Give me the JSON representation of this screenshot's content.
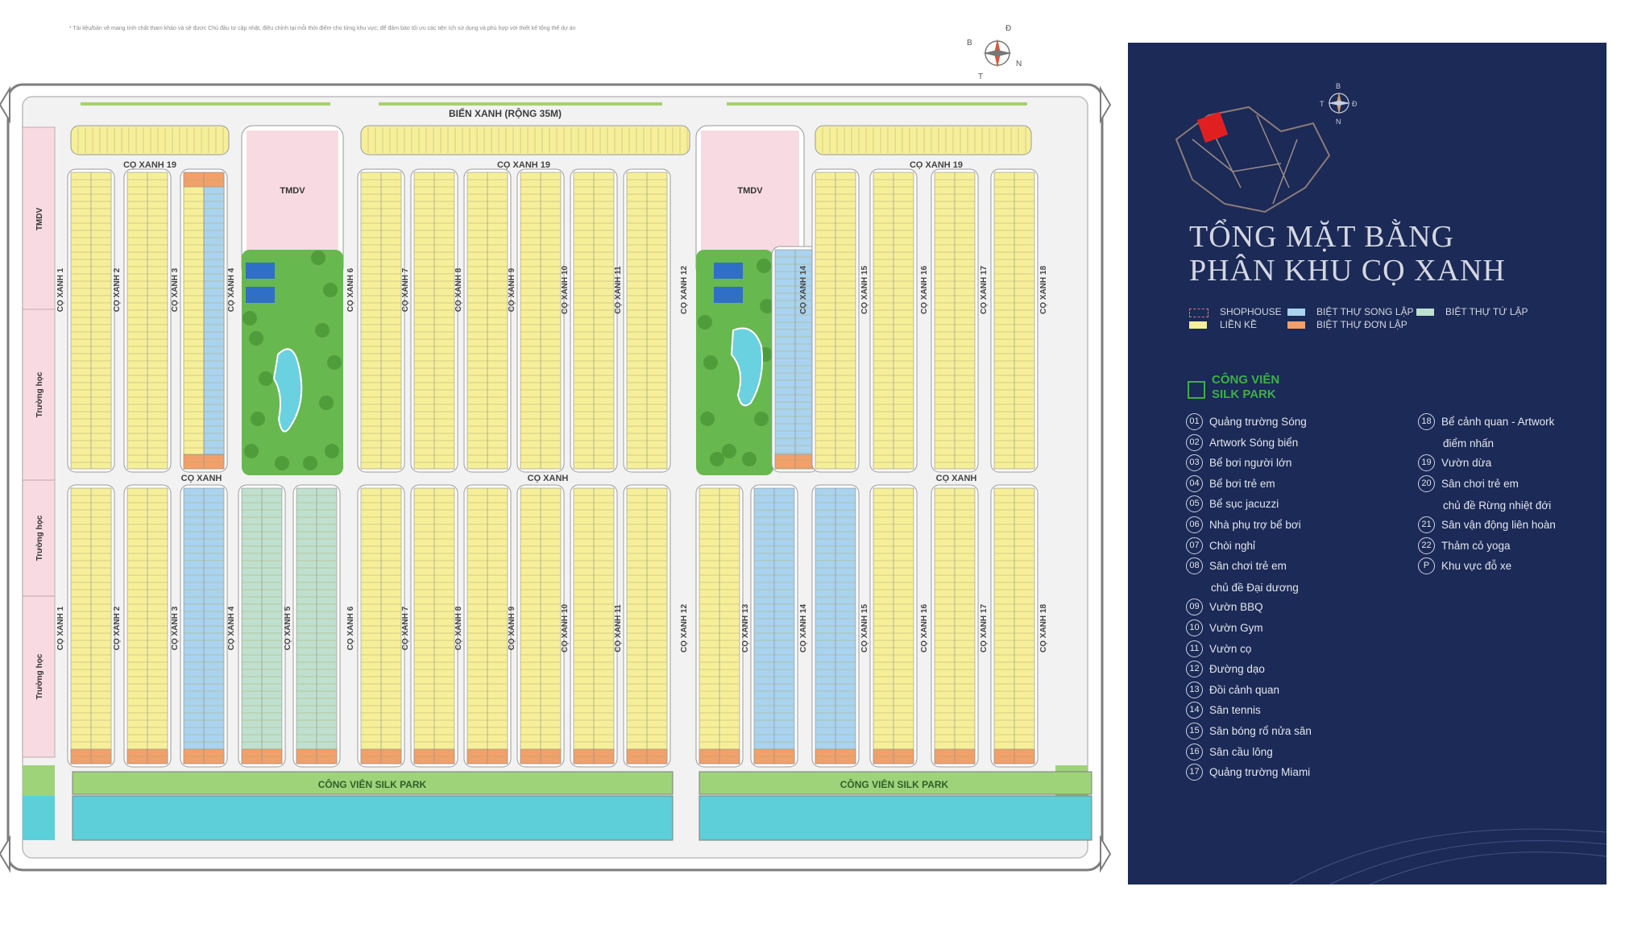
{
  "disclaimer": "* Tài liệu/bản vẽ mang tính chất tham khảo và sẽ được Chủ đầu tư cập nhật, điều chỉnh tại mỗi thời điểm cho từng khu vực; để đảm bảo tối ưu các tiện ích sử dụng và phù hợp với thiết kế tổng thể dự án",
  "compass": {
    "north": "Đ",
    "west": "B",
    "east": "N",
    "south": "T"
  },
  "map": {
    "top_label": "BIỂN XANH (RỘNG 35M)",
    "street_top": "CỌ XANH 19",
    "street_mid": "CỌ XANH",
    "tmdv": "TMDV",
    "side_labels": [
      "TMDV",
      "Trường học",
      "Trường học",
      "Trường học"
    ],
    "park_label": "CÔNG VIÊN SILK PARK",
    "column_labels": [
      "CỌ XANH 1",
      "CỌ XANH 2",
      "CỌ XANH 3",
      "CỌ XANH 4",
      "CỌ XANH 5",
      "CỌ XANH 6",
      "CỌ XANH 7",
      "CỌ XANH 8",
      "CỌ XANH 9",
      "CỌ XANH 10",
      "CỌ XANH 11",
      "CỌ XANH 12",
      "CỌ XANH 13",
      "CỌ XANH 14",
      "CỌ XANH 15",
      "CỌ XANH 16",
      "CỌ XANH 17",
      "CỌ XANH 18"
    ]
  },
  "panel": {
    "title_line1": "TỔNG MẶT BẰNG",
    "title_line2": "PHÂN KHU CỌ XANH",
    "minimap_compass": {
      "north": "B",
      "west": "T",
      "east": "Đ",
      "south": "N"
    },
    "legend": {
      "shophouse": "SHOPHOUSE",
      "lien_ke": "LIỀN KỀ",
      "song_lap": "BIỆT THỰ SONG LẬP",
      "don_lap": "BIỆT THỰ ĐƠN LẬP",
      "tu_lap": "BIỆT THỰ TỨ LẬP",
      "colors": {
        "lien_ke": "#f6ef9a",
        "song_lap": "#a9d3ef",
        "don_lap": "#f2a06a",
        "tu_lap": "#bfe0cf",
        "accent": "#3fae4a",
        "panel": "#1b2a56"
      }
    },
    "park_line1": "CÔNG VIÊN",
    "park_line2": "SILK PARK",
    "amenities_left": [
      {
        "n": "01",
        "t": "Quảng trường Sóng"
      },
      {
        "n": "02",
        "t": "Artwork Sóng biển"
      },
      {
        "n": "03",
        "t": "Bể bơi người lớn"
      },
      {
        "n": "04",
        "t": "Bể bơi trẻ em"
      },
      {
        "n": "05",
        "t": "Bể sục jacuzzi"
      },
      {
        "n": "06",
        "t": "Nhà phụ trợ bể bơi"
      },
      {
        "n": "07",
        "t": "Chòi nghỉ"
      },
      {
        "n": "08",
        "t": "Sân chơi trẻ em",
        "t2": "chủ đề Đại dương"
      },
      {
        "n": "09",
        "t": "Vườn BBQ"
      },
      {
        "n": "10",
        "t": "Vườn Gym"
      },
      {
        "n": "11",
        "t": "Vườn cọ"
      },
      {
        "n": "12",
        "t": "Đường dạo"
      },
      {
        "n": "13",
        "t": "Đồi cảnh quan"
      },
      {
        "n": "14",
        "t": "Sân tennis"
      },
      {
        "n": "15",
        "t": "Sân bóng rổ nửa sân"
      },
      {
        "n": "16",
        "t": "Sân cầu lông"
      },
      {
        "n": "17",
        "t": "Quảng trường Miami"
      }
    ],
    "amenities_right": [
      {
        "n": "18",
        "t": "Bể cảnh quan - Artwork",
        "t2": "điểm nhấn"
      },
      {
        "n": "19",
        "t": "Vườn dừa"
      },
      {
        "n": "20",
        "t": "Sân chơi trẻ em",
        "t2": "chủ đề Rừng nhiệt đới"
      },
      {
        "n": "21",
        "t": "Sân vận động liên hoàn"
      },
      {
        "n": "22",
        "t": "Thảm cỏ yoga"
      },
      {
        "n": "P",
        "t": "Khu vực đỗ xe"
      }
    ]
  }
}
